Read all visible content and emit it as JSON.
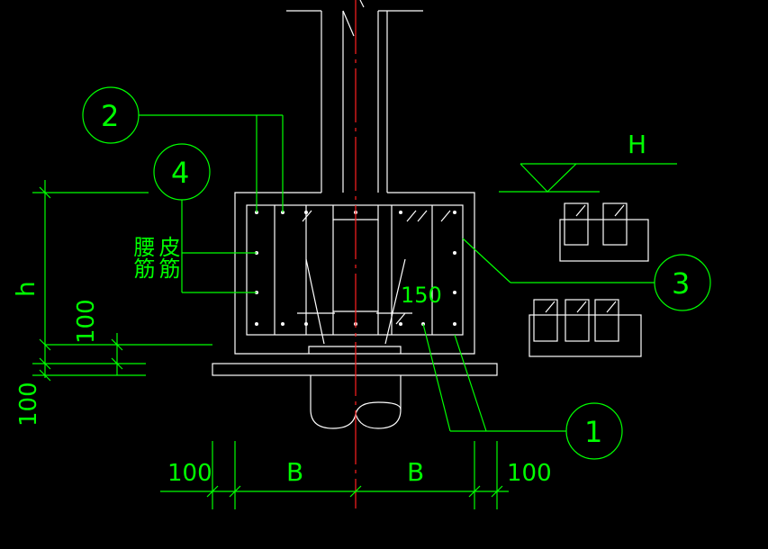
{
  "callouts": {
    "c1": "1",
    "c2": "2",
    "c3": "3",
    "c4": "4"
  },
  "labels": {
    "rebar_waist": "腰筋",
    "rebar_skin": "皮筋",
    "dim_150": "150",
    "elevation_H": "H",
    "dim_h": "h"
  },
  "dimensions": {
    "left_100": "100",
    "left_100_lower": "100",
    "bottom_left_100": "100",
    "bottom_B_left": "B",
    "bottom_B_right": "B",
    "bottom_right_100": "100"
  },
  "colors": {
    "background": "#000000",
    "outline": "#ffffff",
    "annotation": "#00ff00",
    "centerline": "#ff2020"
  }
}
